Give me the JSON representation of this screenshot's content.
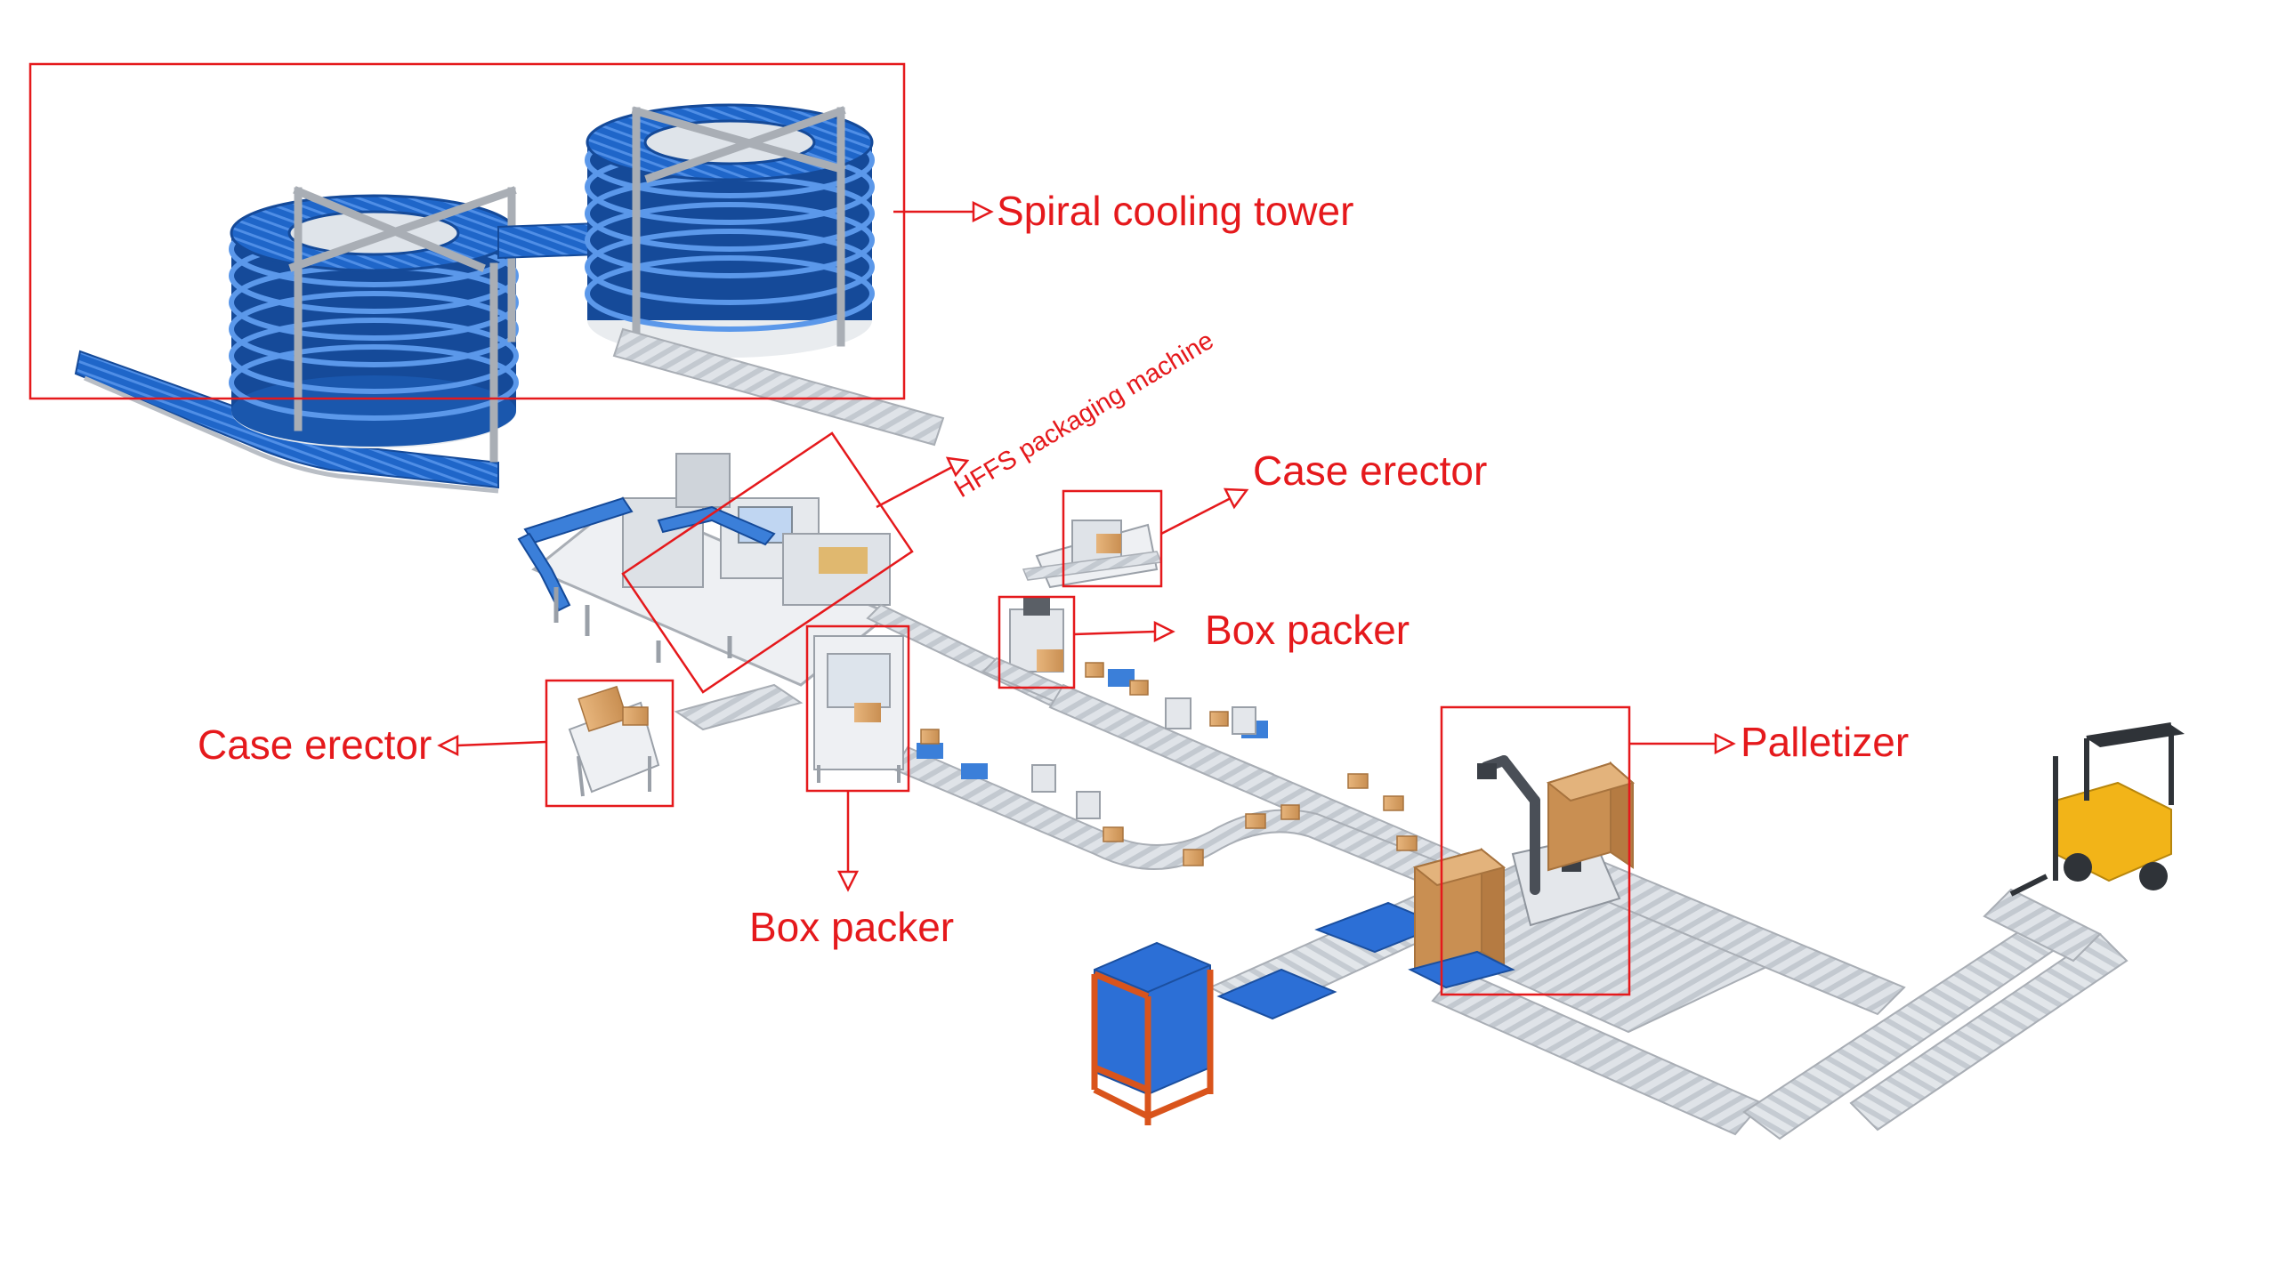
{
  "labels": {
    "spiral_cooling_tower": "Spiral cooling tower",
    "hffs_packaging_machine": "HFFS packaging machine",
    "case_erector_top": "Case erector",
    "box_packer_top": "Box packer",
    "case_erector_left": "Case erector",
    "box_packer_bottom": "Box packer",
    "palletizer": "Palletizer"
  },
  "colors": {
    "annotation": "#e5191c",
    "spiral_belt": "#1f66c9",
    "spiral_belt_dark": "#154a99",
    "frame": "#b9bec5",
    "roller": "#c9ced4",
    "carton": "#d9a56a",
    "pallet": "#2c6fd6",
    "forklift": "#f2b418",
    "rack_frame": "#d9541c"
  },
  "icons": {
    "arrow": "hollow-triangle-arrow-icon"
  }
}
